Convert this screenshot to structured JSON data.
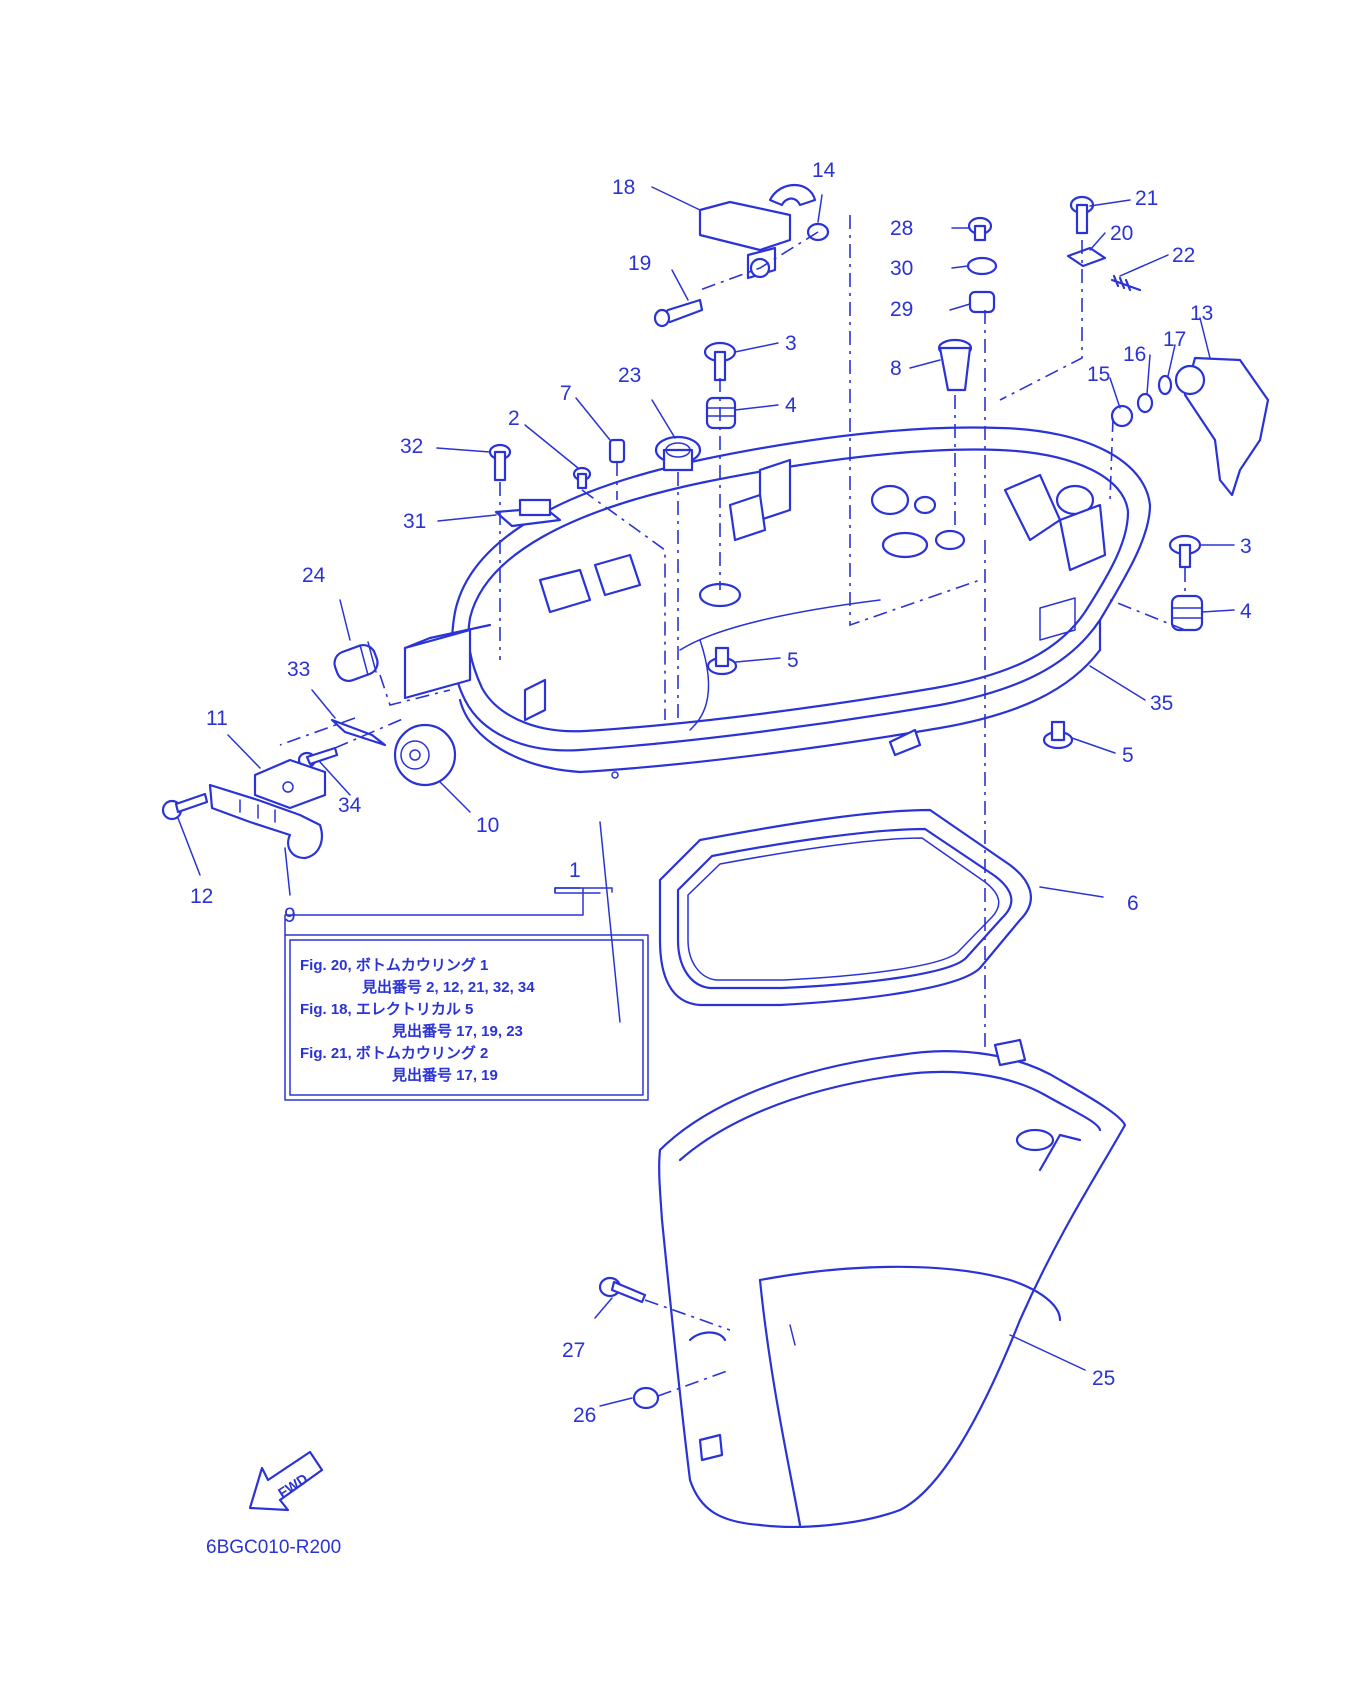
{
  "diagram": {
    "code": "6BGC010-R200",
    "fwd_label": "FWD",
    "note_lines": [
      "Fig. 20, ボトムカウリング 1",
      "見出番号 2, 12, 21, 32, 34",
      "Fig. 18, エレクトリカル 5",
      "見出番号 17, 19, 23",
      "Fig. 21, ボトムカウリング 2",
      "見出番号 17, 19"
    ],
    "labels": {
      "p1": "1",
      "p2": "2",
      "p3a": "3",
      "p3b": "3",
      "p4a": "4",
      "p4b": "4",
      "p5a": "5",
      "p5b": "5",
      "p6": "6",
      "p7": "7",
      "p8": "8",
      "p9": "9",
      "p10": "10",
      "p11": "11",
      "p12": "12",
      "p13": "13",
      "p14": "14",
      "p15": "15",
      "p16": "16",
      "p17": "17",
      "p18": "18",
      "p19": "19",
      "p20": "20",
      "p21": "21",
      "p22": "22",
      "p23": "23",
      "p24": "24",
      "p25": "25",
      "p26": "26",
      "p27": "27",
      "p28": "28",
      "p29": "29",
      "p30": "30",
      "p31": "31",
      "p32": "32",
      "p33": "33",
      "p34": "34",
      "p35": "35"
    },
    "line_color": "#2a33d6"
  }
}
